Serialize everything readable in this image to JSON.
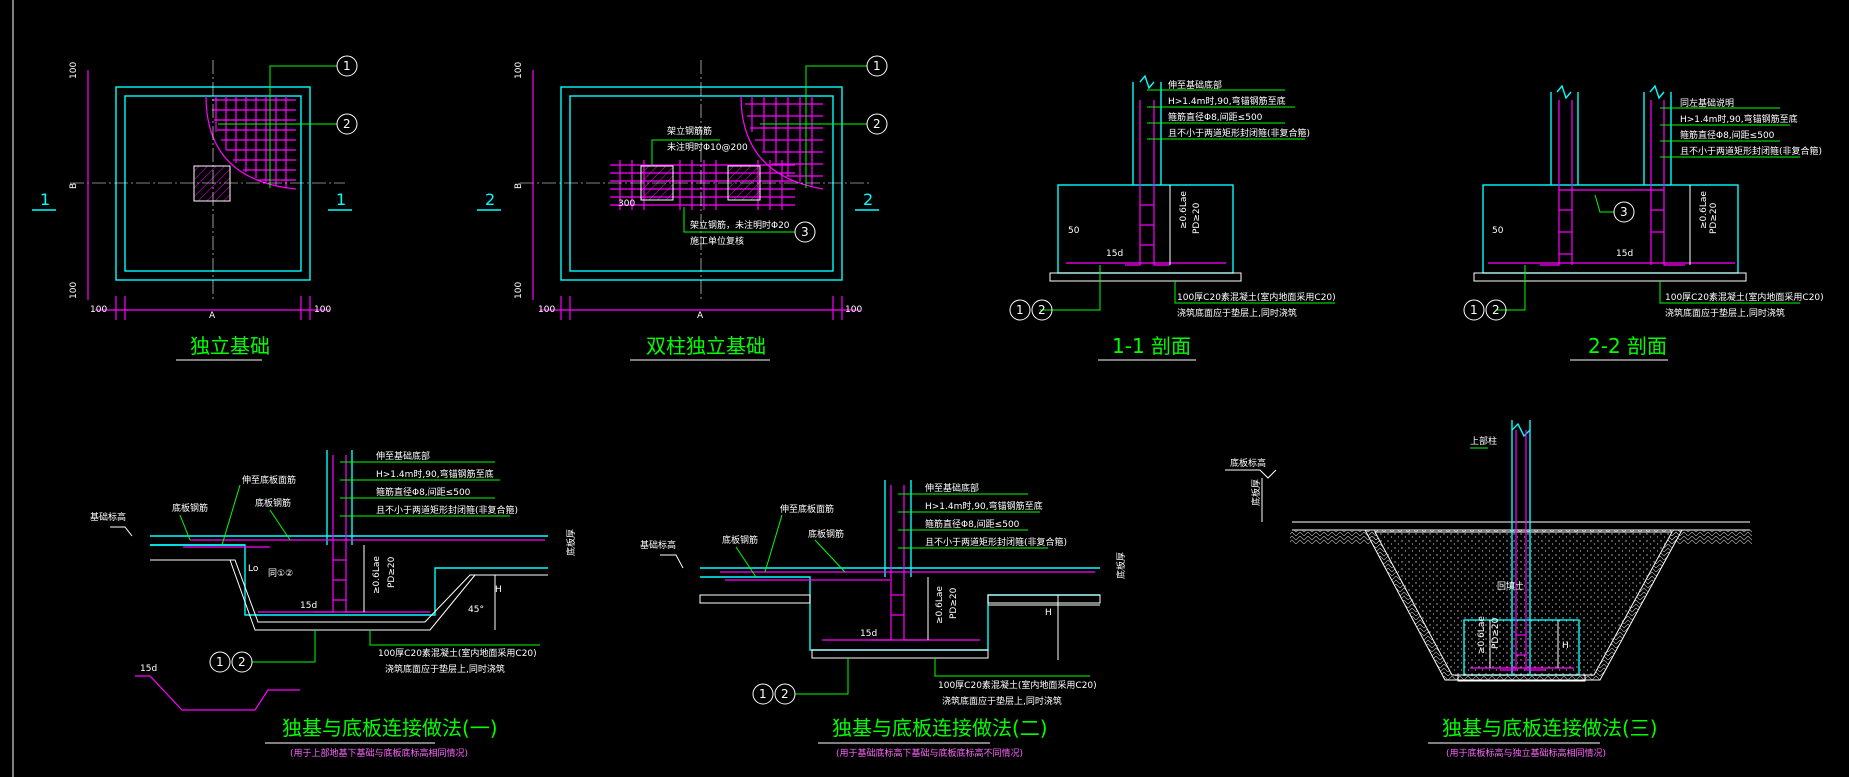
{
  "drawings": {
    "plan1": {
      "title": "独立基础",
      "dim_left": "100",
      "dim_right": "100",
      "dim_top": "100",
      "dim_bottom": "100",
      "dim_width": "A",
      "dim_height": "B",
      "section_left": "1",
      "section_right": "1",
      "callout1": "1",
      "callout2": "2"
    },
    "plan2": {
      "title": "双柱独立基础",
      "dim_left": "100",
      "dim_right": "100",
      "dim_top": "100",
      "dim_bottom": "100",
      "dim_width": "A",
      "dim_height": "B",
      "section_left": "2",
      "section_right": "2",
      "callout1": "1",
      "callout2": "2",
      "callout3": "3",
      "dim_300": "300",
      "note_a": "架立钢筋筋",
      "note_b": "未注明时Φ10@200",
      "note_c": "架立钢筋，未注明时Φ20",
      "note_d": "施工单位复核"
    },
    "sec11": {
      "title": "1-1 剖面",
      "n1": "伸至基础底部",
      "n2": "H>1.4m时,90,弯锚钢筋至底",
      "n3": "箍筋直径Φ8,间距≤500",
      "n4": "且不小于两道矩形封闭箍(非复合箍)",
      "n5": "100厚C20素混凝土(室内地面采用C20)",
      "n6": "浇筑底面应于垫层上,同时浇筑",
      "d50": "50",
      "d15": "15d",
      "lae": "≥0.6Lae",
      "pd": "PD≥20",
      "c1": "1",
      "c2": "2"
    },
    "sec22": {
      "title": "2-2 剖面",
      "n1": "同左基础说明",
      "n2": "H>1.4m时,90,弯锚钢筋至底",
      "n3": "箍筋直径Φ8,间距≤500",
      "n4": "且不小于两道矩形封闭箍(非复合箍)",
      "n5": "100厚C20素混凝土(室内地面采用C20)",
      "n6": "浇筑底面应于垫层上,同时浇筑",
      "d50": "50",
      "d15": "15d",
      "lae": "≥0.6Lae",
      "pd": "PD≥20",
      "c1": "1",
      "c2": "2",
      "c3": "3"
    },
    "conn1": {
      "title": "独基与底板连接做法(一)",
      "sub": "(用于上部地基下基础与底板底标高相同情况)",
      "l1": "基础标高",
      "l2": "底板钢筋",
      "l3": "伸至底板面筋",
      "l4": "底板钢筋",
      "n1": "伸至基础底部",
      "n2": "H>1.4m时,90,弯锚钢筋至底",
      "n3": "箍筋直径Φ8,间距≤500",
      "n4": "且不小于两道矩形封闭箍(非复合箍)",
      "n5": "100厚C20素混凝土(室内地面采用C20)",
      "n6": "浇筑底面应于垫层上,同时浇筑",
      "lo": "Lo",
      "same": "同①②",
      "d15": "15d",
      "lae": "≥0.6Lae",
      "pd": "PD≥20",
      "h": "H",
      "ang": "45°",
      "thk": "底板厚",
      "c1": "1",
      "c2": "2",
      "d15b": "15d"
    },
    "conn2": {
      "title": "独基与底板连接做法(二)",
      "sub": "(用于基础底标高下基础与底板底标高不同情况)",
      "l1": "基础标高",
      "l2": "底板钢筋",
      "l3": "伸至底板面筋",
      "l4": "底板钢筋",
      "n1": "伸至基础底部",
      "n2": "H>1.4m时,90,弯锚钢筋至底",
      "n3": "箍筋直径Φ8,间距≤500",
      "n4": "且不小于两道矩形封闭箍(非复合箍)",
      "n5": "100厚C20素混凝土(室内地面采用C20)",
      "n6": "浇筑底面应于垫层上,同时浇筑",
      "d15": "15d",
      "lae": "≥0.6Lae",
      "pd": "PD≥20",
      "h": "H",
      "thk": "底板厚",
      "c1": "1",
      "c2": "2"
    },
    "conn3": {
      "title": "独基与底板连接做法(三)",
      "sub": "(用于底板标高与独立基础标高相同情况)",
      "l1": "上部柱",
      "l2": "底板标高",
      "l3": "底板厚",
      "fill": "回填土",
      "lae": "≥0.6Lae",
      "pd": "PD≥20",
      "h": "H"
    }
  }
}
